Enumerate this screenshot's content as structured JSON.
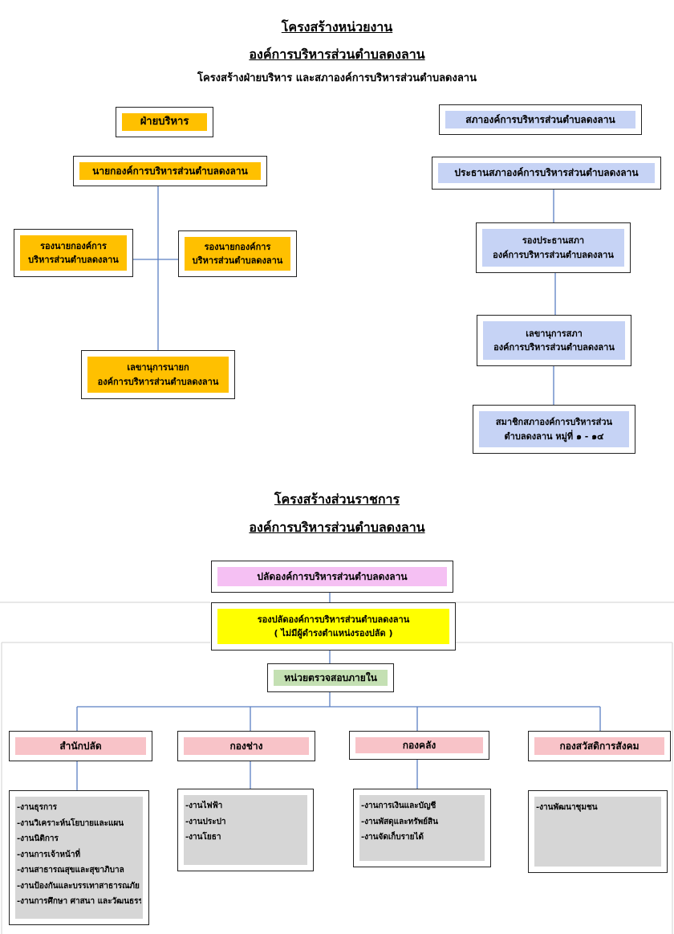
{
  "titles": {
    "main_line1": "โครงสร้างหน่วยงาน",
    "main_line2": "องค์การบริหารส่วนตำบลดงลาน",
    "main_line3": "โครงสร้างฝ่ายบริหาร  และสภาองค์การบริหารส่วนตำบลดงลาน",
    "sec_line1": "โครงสร้างส่วนราชการ",
    "sec_line2": "องค์การบริหารส่วนตำบลดงลาน"
  },
  "executive": {
    "header": "ฝ่ายบริหาร",
    "mayor": "นายกองค์การบริหารส่วนตำบลดงลาน",
    "deputy_left": {
      "line1": "รองนายกองค์การ",
      "line2": "บริหารส่วนตำบลดงลาน"
    },
    "deputy_right": {
      "line1": "รองนายกองค์การ",
      "line2": "บริหารส่วนตำบลดงลาน"
    },
    "secretary": {
      "line1": "เลขานุการนายก",
      "line2": "องค์การบริหารส่วนตำบลดงลาน"
    }
  },
  "council": {
    "header": "สภาองค์การบริหารส่วนตำบลดงลาน",
    "president": "ประธานสภาองค์การบริหารส่วนตำบลดงลาน",
    "vice": {
      "line1": "รองประธานสภา",
      "line2": "องค์การบริหารส่วนตำบลดงลาน"
    },
    "secretary": {
      "line1": "เลขานุการสภา",
      "line2": "องค์การบริหารส่วนตำบลดงลาน"
    },
    "members": {
      "line1": "สมาชิกสภาองค์การบริหารส่วน",
      "line2": "ตำบลดงลาน หมู่ที่ ๑ - ๑๔"
    }
  },
  "admin": {
    "chief": "ปลัดองค์การบริหารส่วนตำบลดงลาน",
    "deputy": {
      "line1": "รองปลัดองค์การบริหารส่วนตำบลดงลาน",
      "line2": "( ไม่มีผู้ดำรงตำแหน่งรองปลัด )"
    },
    "audit": "หน่วยตรวจสอบภายใน",
    "divisions": [
      {
        "name": "สำนักปลัด",
        "items": [
          "-งานธุรการ",
          "-งานวิเคราะห์นโยบายและแผน",
          "-งานนิติการ",
          "-งานการเจ้าหน้าที่",
          "-งานสาธารณสุขและสุขาภิบาล",
          "-งานป้องกันและบรรเทาสาธารณภัย",
          "-งานการศึกษา ศาสนา และวัฒนธรรม"
        ]
      },
      {
        "name": "กองช่าง",
        "items": [
          "-งานไฟฟ้า",
          "-งานประปา",
          "-งานโยธา"
        ]
      },
      {
        "name": "กองคลัง",
        "items": [
          "-งานการเงินและบัญชี",
          "-งานพัสดุและทรัพย์สิน",
          "-งานจัดเก็บรายได้"
        ]
      },
      {
        "name": "กองสวัสดิการสังคม",
        "items": [
          "-งานพัฒนาชุมชน"
        ]
      }
    ]
  },
  "colors": {
    "line": "#5b7fc2",
    "executive": "#ffc000",
    "council": "#c6d3f5",
    "chief": "#f5c0f3",
    "deputy_chief": "#ffff00",
    "audit": "#c4e0b3",
    "division": "#f8c3c8",
    "task_list": "#d6d6d6"
  }
}
